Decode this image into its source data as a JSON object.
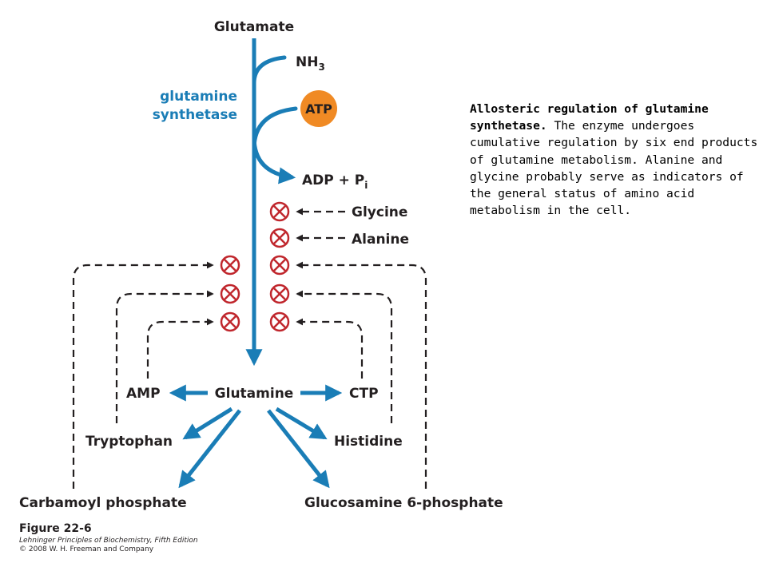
{
  "diagram": {
    "substrate": "Glutamate",
    "product": "Glutamine",
    "enzyme_line1": "glutamine",
    "enzyme_line2": "synthetase",
    "inputs": {
      "ammonia": "NH",
      "ammonia_sub": "3",
      "atp": "ATP"
    },
    "outputs": {
      "adp": "ADP + P",
      "adp_sub": "i"
    },
    "inhibitors_direct": [
      "Glycine",
      "Alanine"
    ],
    "end_products": {
      "amp": "AMP",
      "ctp": "CTP",
      "tryptophan": "Tryptophan",
      "histidine": "Histidine",
      "carbamoyl": "Carbamoyl phosphate",
      "glucosamine": "Glucosamine 6-phosphate"
    },
    "colors": {
      "pathway_blue": "#1a7db6",
      "atp_orange": "#f08a24",
      "inhibition_red": "#c0272d",
      "text": "#231f20"
    }
  },
  "caption": {
    "title": "Allosteric regulation of glutamine synthetase.",
    "body": " The enzyme undergoes cumulative regulation by six end products of glutamine metabolism. Alanine and glycine probably serve as indicators of the general status of amino acid metabolism in the cell."
  },
  "figure": {
    "number": "Figure 22-6",
    "book": "Lehninger Principles of Biochemistry, Fifth Edition",
    "copyright": "© 2008 W. H. Freeman and Company"
  }
}
